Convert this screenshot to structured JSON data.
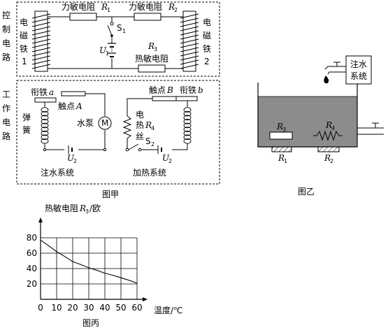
{
  "figA": {
    "control_label": "控制电路",
    "work_label": "工作电路",
    "electromagnet1_label": "电磁铁",
    "electromagnet1_num": "1",
    "electromagnet2_label": "电磁铁",
    "electromagnet2_num": "2",
    "pressure_res_label": "力敏电阻",
    "r1_sym": "R",
    "r1_sub": "1",
    "r2_sym": "R",
    "r2_sub": "2",
    "switch1_sym": "S",
    "switch1_sub": "1",
    "u1_sym": "U",
    "u1_sub": "1",
    "r3_sym": "R",
    "r3_sub": "3",
    "thermistor_label": "热敏电阻",
    "armature_a_label": "衔铁",
    "armature_a_letter": "a",
    "contact_a_label": "触点",
    "contact_a_letter": "A",
    "spring_label": "弹簧",
    "pump_label": "水泵",
    "motor_symbol": "M",
    "u2_sym": "U",
    "u2_sub": "2",
    "contact_b_label": "触点",
    "contact_b_letter": "B",
    "armature_b_label": "衔铁",
    "armature_b_letter": "b",
    "heater_label": "电热丝",
    "r4_sym": "R",
    "r4_sub": "4",
    "switch2_sym": "S",
    "switch2_sub": "2",
    "u2b_sym": "U",
    "u2b_sub": "2",
    "inject_system": "注水系统",
    "heat_system": "加热系统",
    "caption": "图甲"
  },
  "figB": {
    "inject_box_label": "注水系统",
    "r3_sym": "R",
    "r3_sub": "3",
    "r4_sym": "R",
    "r4_sub": "4",
    "r1_sym": "R",
    "r1_sub": "1",
    "r2_sym": "R",
    "r2_sub": "2",
    "caption": "图乙"
  },
  "figC": {
    "caption": "图丙",
    "ylabel_prefix": "热敏电阻",
    "ylabel_sym": "R",
    "ylabel_sub": "3",
    "ylabel_unit": "/欧",
    "xlabel": "温度/℃",
    "origin_label": "0"
  },
  "chart_data": {
    "type": "line",
    "title": "",
    "xlabel": "温度/℃",
    "ylabel": "热敏电阻R3/欧",
    "xlim": [
      0,
      60
    ],
    "ylim": [
      0,
      80
    ],
    "x_ticks": [
      0,
      10,
      20,
      30,
      40,
      50,
      60
    ],
    "y_ticks": [
      20,
      40,
      60,
      80
    ],
    "grid": true,
    "series": [
      {
        "x": [
          0,
          10,
          20,
          30,
          40,
          50,
          60
        ],
        "y": [
          77,
          62,
          49,
          41,
          34,
          28,
          21
        ]
      }
    ]
  }
}
